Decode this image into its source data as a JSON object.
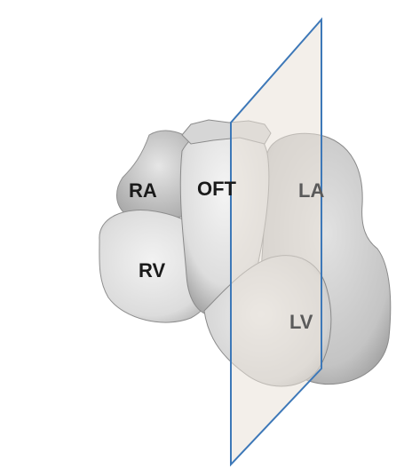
{
  "labels": {
    "ra": "RA",
    "oft": "OFT",
    "la": "LA",
    "rv": "RV",
    "lv": "LV"
  },
  "colors": {
    "plane_fill": "#e9e1d9",
    "plane_stroke": "#3d78b8",
    "heart_light": "#eeeeee",
    "heart_mid": "#c9c9c9",
    "heart_dark": "#8a8a8a",
    "label_main": "#1a1a1a",
    "label_behind": "#5a5a5a"
  }
}
